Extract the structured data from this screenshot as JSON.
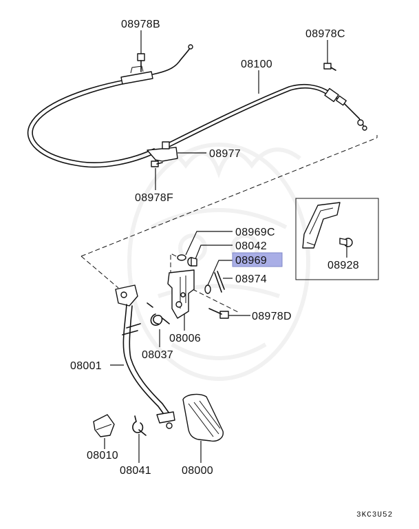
{
  "labels": {
    "p08978B": "08978B",
    "p08978C": "08978C",
    "p08100": "08100",
    "p08977": "08977",
    "p08978F": "08978F",
    "p08969C": "08969C",
    "p08042": "08042",
    "p08969": "08969",
    "p08974": "08974",
    "p08928": "08928",
    "p08978D": "08978D",
    "p08006": "08006",
    "p08037": "08037",
    "p08001": "08001",
    "p08010": "08010",
    "p08041": "08041",
    "p08000": "08000"
  },
  "diagram_code": "3KC3U52",
  "highlight_color": "#a9aee6"
}
